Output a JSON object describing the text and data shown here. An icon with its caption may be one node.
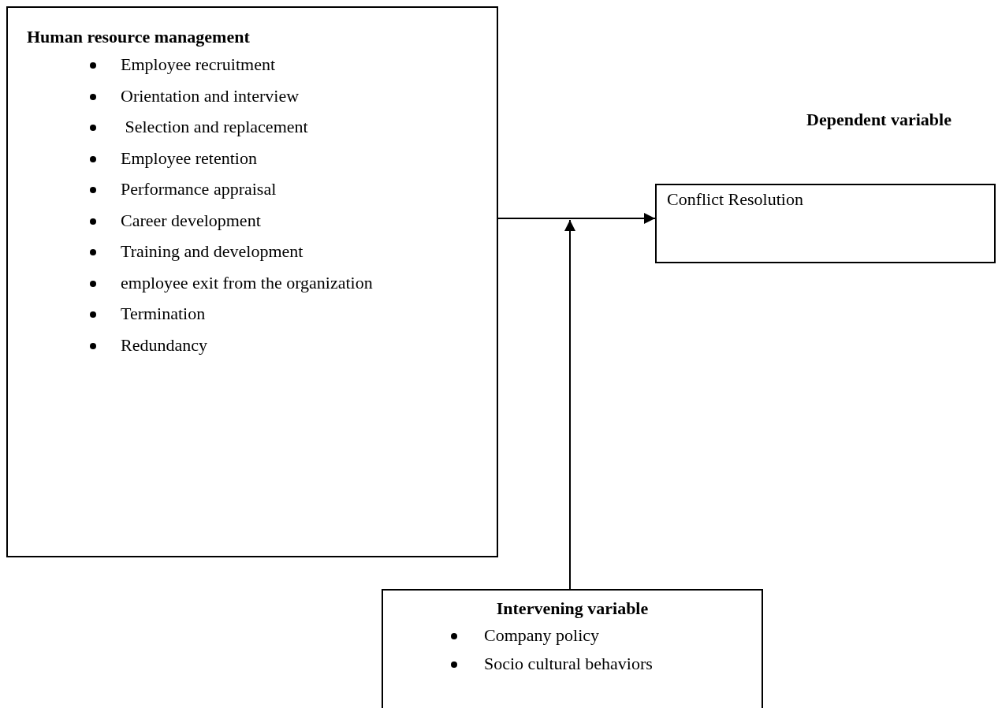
{
  "diagram": {
    "nodes": [
      {
        "text": [
          "Human resource management",
          "Employee recruitment",
          "Orientation and interview",
          " Selection and replacement",
          "Employee retention",
          "Performance appraisal",
          "Career development",
          "Training and development",
          "employee exit from the organization",
          "Termination",
          "Redundancy"
        ]
      },
      {
        "text": [
          "Dependent variable",
          "Conflict Resolution"
        ]
      },
      {
        "text": [
          "Intervening variable",
          "Company policy",
          "Socio cultural behaviors"
        ]
      }
    ],
    "edges": [
      {
        "from": 0,
        "to": 1,
        "arrow": "to"
      },
      {
        "from": 2,
        "to": null,
        "arrow": "to"
      }
    ]
  }
}
